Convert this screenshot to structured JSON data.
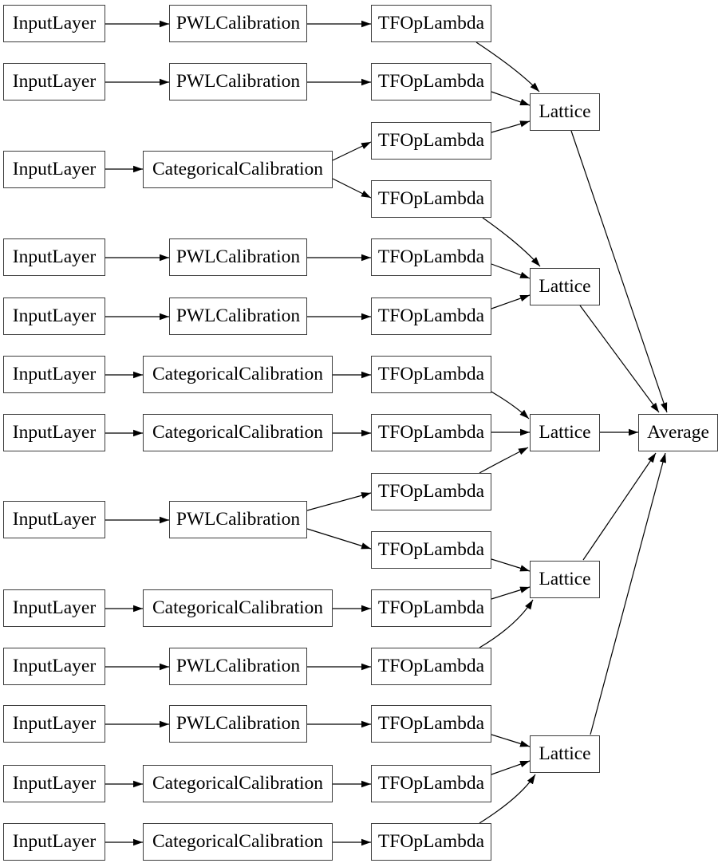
{
  "diagram": {
    "type": "model-graph",
    "colors": {
      "background": "#ffffff",
      "box_fill": "#ffffff",
      "box_border": "#3d3d3d",
      "edge": "#000000",
      "text": "#000000"
    },
    "nodes": [
      {
        "id": "input-1",
        "label": "InputLayer"
      },
      {
        "id": "input-2",
        "label": "InputLayer"
      },
      {
        "id": "input-3",
        "label": "InputLayer"
      },
      {
        "id": "input-4",
        "label": "InputLayer"
      },
      {
        "id": "input-5",
        "label": "InputLayer"
      },
      {
        "id": "input-6",
        "label": "InputLayer"
      },
      {
        "id": "input-7",
        "label": "InputLayer"
      },
      {
        "id": "input-8",
        "label": "InputLayer"
      },
      {
        "id": "input-9",
        "label": "InputLayer"
      },
      {
        "id": "input-10",
        "label": "InputLayer"
      },
      {
        "id": "input-11",
        "label": "InputLayer"
      },
      {
        "id": "input-12",
        "label": "InputLayer"
      },
      {
        "id": "input-13",
        "label": "InputLayer"
      },
      {
        "id": "calib-1",
        "label": "PWLCalibration"
      },
      {
        "id": "calib-2",
        "label": "PWLCalibration"
      },
      {
        "id": "calib-3",
        "label": "CategoricalCalibration"
      },
      {
        "id": "calib-4",
        "label": "PWLCalibration"
      },
      {
        "id": "calib-5",
        "label": "PWLCalibration"
      },
      {
        "id": "calib-6",
        "label": "CategoricalCalibration"
      },
      {
        "id": "calib-7",
        "label": "CategoricalCalibration"
      },
      {
        "id": "calib-8",
        "label": "PWLCalibration"
      },
      {
        "id": "calib-9",
        "label": "CategoricalCalibration"
      },
      {
        "id": "calib-10",
        "label": "PWLCalibration"
      },
      {
        "id": "calib-11",
        "label": "PWLCalibration"
      },
      {
        "id": "calib-12",
        "label": "CategoricalCalibration"
      },
      {
        "id": "calib-13",
        "label": "CategoricalCalibration"
      },
      {
        "id": "lambda-1",
        "label": "TFOpLambda"
      },
      {
        "id": "lambda-2",
        "label": "TFOpLambda"
      },
      {
        "id": "lambda-3",
        "label": "TFOpLambda"
      },
      {
        "id": "lambda-4",
        "label": "TFOpLambda"
      },
      {
        "id": "lambda-5",
        "label": "TFOpLambda"
      },
      {
        "id": "lambda-6",
        "label": "TFOpLambda"
      },
      {
        "id": "lambda-7",
        "label": "TFOpLambda"
      },
      {
        "id": "lambda-8",
        "label": "TFOpLambda"
      },
      {
        "id": "lambda-9",
        "label": "TFOpLambda"
      },
      {
        "id": "lambda-10",
        "label": "TFOpLambda"
      },
      {
        "id": "lambda-11",
        "label": "TFOpLambda"
      },
      {
        "id": "lambda-12",
        "label": "TFOpLambda"
      },
      {
        "id": "lambda-13",
        "label": "TFOpLambda"
      },
      {
        "id": "lambda-14",
        "label": "TFOpLambda"
      },
      {
        "id": "lambda-15",
        "label": "TFOpLambda"
      },
      {
        "id": "lattice-1",
        "label": "Lattice"
      },
      {
        "id": "lattice-2",
        "label": "Lattice"
      },
      {
        "id": "lattice-3",
        "label": "Lattice"
      },
      {
        "id": "lattice-4",
        "label": "Lattice"
      },
      {
        "id": "lattice-5",
        "label": "Lattice"
      },
      {
        "id": "average",
        "label": "Average"
      }
    ],
    "edges": [
      {
        "from": "input-1",
        "to": "calib-1"
      },
      {
        "from": "input-2",
        "to": "calib-2"
      },
      {
        "from": "input-3",
        "to": "calib-3"
      },
      {
        "from": "input-4",
        "to": "calib-4"
      },
      {
        "from": "input-5",
        "to": "calib-5"
      },
      {
        "from": "input-6",
        "to": "calib-6"
      },
      {
        "from": "input-7",
        "to": "calib-7"
      },
      {
        "from": "input-8",
        "to": "calib-8"
      },
      {
        "from": "input-9",
        "to": "calib-9"
      },
      {
        "from": "input-10",
        "to": "calib-10"
      },
      {
        "from": "input-11",
        "to": "calib-11"
      },
      {
        "from": "input-12",
        "to": "calib-12"
      },
      {
        "from": "input-13",
        "to": "calib-13"
      },
      {
        "from": "calib-1",
        "to": "lambda-1"
      },
      {
        "from": "calib-2",
        "to": "lambda-2"
      },
      {
        "from": "calib-3",
        "to": "lambda-3"
      },
      {
        "from": "calib-3",
        "to": "lambda-4"
      },
      {
        "from": "calib-4",
        "to": "lambda-5"
      },
      {
        "from": "calib-5",
        "to": "lambda-6"
      },
      {
        "from": "calib-6",
        "to": "lambda-7"
      },
      {
        "from": "calib-7",
        "to": "lambda-8"
      },
      {
        "from": "calib-8",
        "to": "lambda-9"
      },
      {
        "from": "calib-8",
        "to": "lambda-10"
      },
      {
        "from": "calib-9",
        "to": "lambda-11"
      },
      {
        "from": "calib-10",
        "to": "lambda-12"
      },
      {
        "from": "calib-11",
        "to": "lambda-13"
      },
      {
        "from": "calib-12",
        "to": "lambda-14"
      },
      {
        "from": "calib-13",
        "to": "lambda-15"
      },
      {
        "from": "lambda-1",
        "to": "lattice-1"
      },
      {
        "from": "lambda-2",
        "to": "lattice-1"
      },
      {
        "from": "lambda-3",
        "to": "lattice-1"
      },
      {
        "from": "lambda-4",
        "to": "lattice-2"
      },
      {
        "from": "lambda-5",
        "to": "lattice-2"
      },
      {
        "from": "lambda-6",
        "to": "lattice-2"
      },
      {
        "from": "lambda-7",
        "to": "lattice-3"
      },
      {
        "from": "lambda-8",
        "to": "lattice-3"
      },
      {
        "from": "lambda-9",
        "to": "lattice-3"
      },
      {
        "from": "lambda-10",
        "to": "lattice-4"
      },
      {
        "from": "lambda-11",
        "to": "lattice-4"
      },
      {
        "from": "lambda-12",
        "to": "lattice-4"
      },
      {
        "from": "lambda-13",
        "to": "lattice-5"
      },
      {
        "from": "lambda-14",
        "to": "lattice-5"
      },
      {
        "from": "lambda-15",
        "to": "lattice-5"
      },
      {
        "from": "lattice-1",
        "to": "average"
      },
      {
        "from": "lattice-2",
        "to": "average"
      },
      {
        "from": "lattice-3",
        "to": "average"
      },
      {
        "from": "lattice-4",
        "to": "average"
      },
      {
        "from": "lattice-5",
        "to": "average"
      }
    ]
  }
}
